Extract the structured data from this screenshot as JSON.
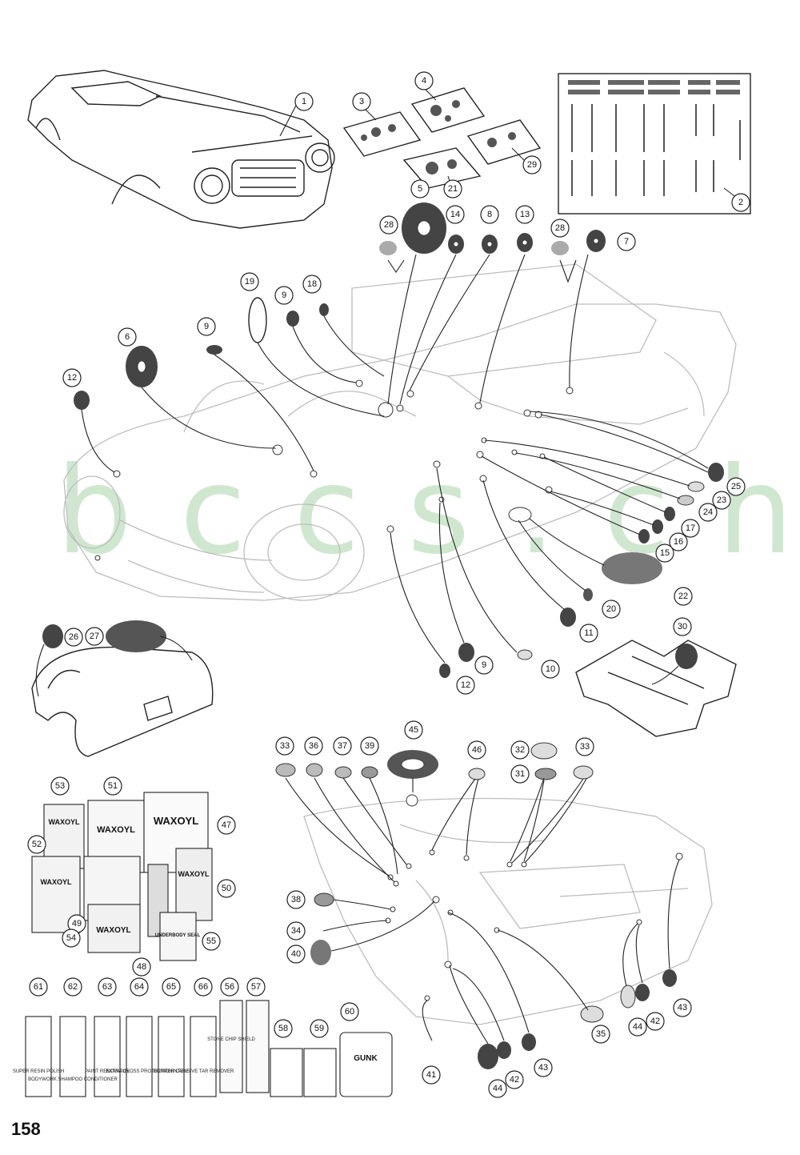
{
  "page": {
    "number": "158",
    "watermark": "b c c s . c h"
  },
  "callouts": {
    "c1": "1",
    "c2": "2",
    "c3": "3",
    "c4": "4",
    "c5": "5",
    "c6": "6",
    "c7": "7",
    "c8": "8",
    "c9a": "9",
    "c9b": "9",
    "c9c": "9",
    "c10": "10",
    "c11": "11",
    "c12a": "12",
    "c12b": "12",
    "c13": "13",
    "c14": "14",
    "c15": "15",
    "c16": "16",
    "c17": "17",
    "c18": "18",
    "c19": "19",
    "c20": "20",
    "c21": "21",
    "c22": "22",
    "c23": "23",
    "c24": "24",
    "c25": "25",
    "c26": "26",
    "c27": "27",
    "c28a": "28",
    "c28b": "28",
    "c29": "29",
    "c30": "30",
    "c31": "31",
    "c32": "32",
    "c33a": "33",
    "c33b": "33",
    "c34": "34",
    "c35": "35",
    "c36": "36",
    "c37": "37",
    "c38": "38",
    "c39": "39",
    "c40": "40",
    "c41": "41",
    "c42a": "42",
    "c42b": "42",
    "c43a": "43",
    "c43b": "43",
    "c44a": "44",
    "c44b": "44",
    "c45": "45",
    "c46": "46",
    "c47": "47",
    "c48": "48",
    "c49": "49",
    "c50": "50",
    "c51": "51",
    "c52": "52",
    "c53": "53",
    "c54": "54",
    "c55": "55",
    "c56": "56",
    "c57": "57",
    "c58": "58",
    "c59": "59",
    "c60": "60",
    "c61": "61",
    "c62": "62",
    "c63": "63",
    "c64": "64",
    "c65": "65",
    "c66": "66"
  },
  "products": {
    "waxoyl": "WAXOYL",
    "underseal": "UNDERBODY SEAL",
    "stone_chip": "STONE CHIP SHIELD",
    "gunk": "GUNK",
    "bottle_labels": {
      "b61": "SUPER RESIN POLISH",
      "b62": "BODYWORK SHAMPOO CONDITIONER",
      "b63": "PAINT RENOVATOR",
      "b64": "EXTRA GLOSS PROTECTION",
      "b65": "BUMPER CARE",
      "b66": "INTENSIVE TAR REMOVER"
    }
  }
}
